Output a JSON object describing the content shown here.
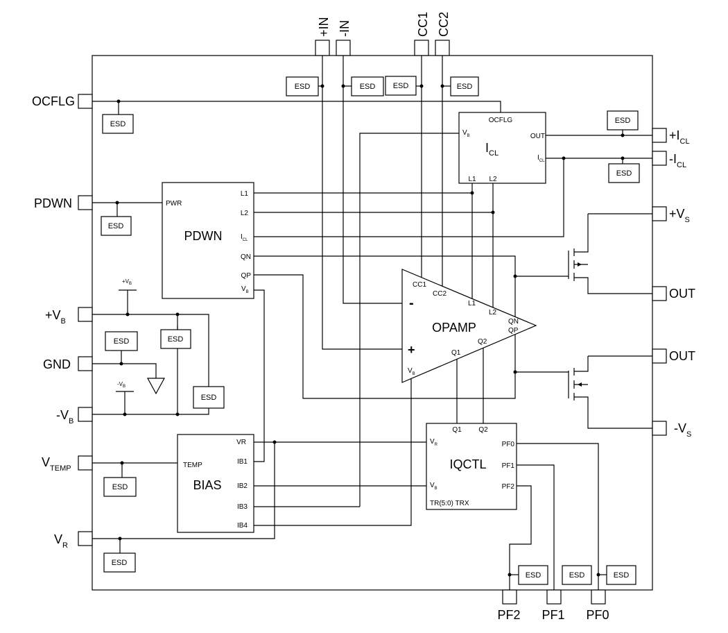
{
  "left_pins": {
    "ocflg": "OCFLG",
    "pdwn": "PDWN",
    "vb_pos": {
      "main": "+V",
      "sub": "B"
    },
    "gnd": "GND",
    "vb_neg": {
      "main": "-V",
      "sub": "B"
    },
    "vtemp": {
      "main": "V",
      "sub": "TEMP"
    },
    "vr": {
      "main": "V",
      "sub": "R"
    }
  },
  "top_pins": {
    "in_pos": "+IN",
    "in_neg": "-IN",
    "cc1": "CC1",
    "cc2": "CC2"
  },
  "right_pins": {
    "icl_pos": {
      "main": "+I",
      "sub": "CL"
    },
    "icl_neg": {
      "main": "-I",
      "sub": "CL"
    },
    "vs_pos": {
      "main": "+V",
      "sub": "S"
    },
    "out1": "OUT",
    "out2": "OUT",
    "vs_neg": {
      "main": "-V",
      "sub": "S"
    }
  },
  "bottom_pins": {
    "pf2": "PF2",
    "pf1": "PF1",
    "pf0": "PF0"
  },
  "esd_label": "ESD",
  "supply_labels": {
    "vb_pos": {
      "main": "+V",
      "sub": "B"
    },
    "vb_neg": {
      "main": "-V",
      "sub": "B"
    }
  },
  "blocks": {
    "icl": {
      "name": {
        "main": "I",
        "sub": "CL"
      },
      "ocflg": "OCFLG",
      "vb": {
        "main": "V",
        "sub": "B"
      },
      "out": "OUT",
      "icl": {
        "main": "I",
        "sub": "CL"
      },
      "l1": "L1",
      "l2": "L2"
    },
    "pdwn": {
      "name": "PDWN",
      "pwr": "PWR",
      "l1": "L1",
      "l2": "L2",
      "icl": {
        "main": "I",
        "sub": "CL"
      },
      "qn": "QN",
      "qp": "QP",
      "vb": {
        "main": "V",
        "sub": "B"
      }
    },
    "opamp": {
      "name": "OPAMP",
      "cc1": "CC1",
      "cc2": "CC2",
      "minus": "-",
      "plus": "+",
      "l1": "L1",
      "l2": "L2",
      "qn": "QN",
      "qp": "QP",
      "q1": "Q1",
      "q2": "Q2",
      "vb": {
        "main": "V",
        "sub": "B"
      }
    },
    "bias": {
      "name": "BIAS",
      "temp": "TEMP",
      "vr": "VR",
      "ib1": "IB1",
      "ib2": "IB2",
      "ib3": "IB3",
      "ib4": "IB4"
    },
    "iqctl": {
      "name": "IQCTL",
      "q1": "Q1",
      "q2": "Q2",
      "vr": {
        "main": "V",
        "sub": "R"
      },
      "vb": {
        "main": "V",
        "sub": "B"
      },
      "pf0": "PF0",
      "pf1": "PF1",
      "pf2": "PF2",
      "tr": "TR(5:0)  TRX"
    }
  }
}
